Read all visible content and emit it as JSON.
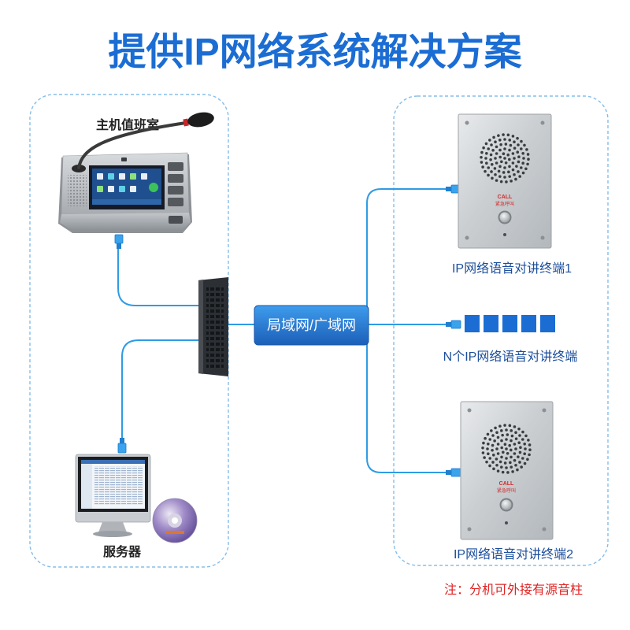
{
  "title": "提供IP网络系统解决方案",
  "host_room": {
    "label": "主机值班室"
  },
  "server": {
    "label": "服务器"
  },
  "network": {
    "label": "局域网/广域网"
  },
  "terminals": [
    {
      "label": "IP网络语音对讲终端1",
      "call_text": "CALL",
      "emergency_text": "紧急呼叫"
    },
    {
      "label": "IP网络语音对讲终端2",
      "call_text": "CALL",
      "emergency_text": "紧急呼叫"
    }
  ],
  "more_terminals": {
    "label": "N个IP网络语音对讲终端"
  },
  "note": "注：分机可外接有源音柱",
  "colors": {
    "title": "#1b6dd3",
    "cable": "#2f9be4",
    "terminal_label": "#1c4e9c",
    "ellipsis": "#1b6dd3",
    "note": "#e02222"
  }
}
